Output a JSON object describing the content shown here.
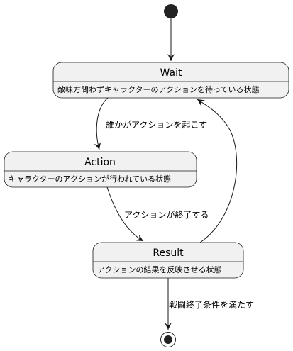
{
  "diagram": {
    "states": {
      "wait": {
        "name": "Wait",
        "description": "敵味方問わずキャラクターのアクションを待っている状態"
      },
      "action": {
        "name": "Action",
        "description": "キャラクターのアクションが行われている状態"
      },
      "result": {
        "name": "Result",
        "description": "アクションの結果を反映させる状態"
      }
    },
    "transitions": {
      "wait_to_action": "誰かがアクションを起こす",
      "action_to_result": "アクションが終了する",
      "result_to_end": "戦闘終了条件を満たす"
    }
  },
  "colors": {
    "state_fill": "#F1F1F1",
    "stroke": "#181818",
    "initial_fill": "#222222"
  }
}
